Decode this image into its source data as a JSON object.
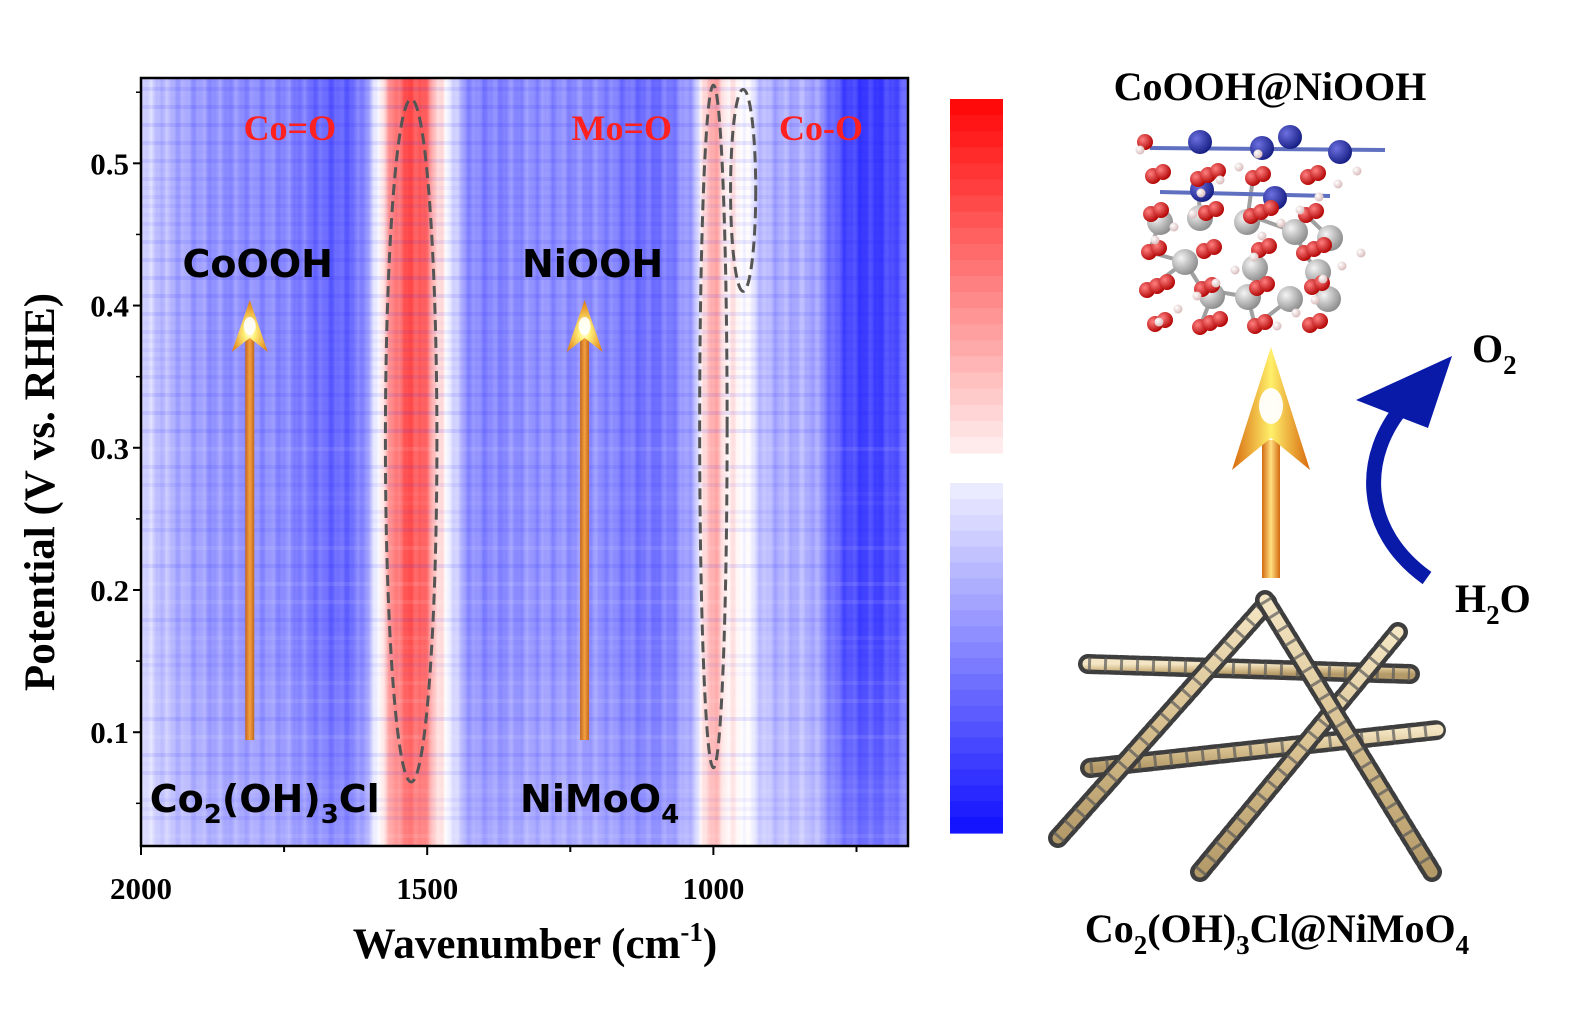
{
  "chart_data": {
    "type": "heatmap",
    "xlabel_main": "Wavenumber (cm",
    "xlabel_sup": "-1",
    "xlabel_end": ")",
    "ylabel": "Potential (V vs. RHE)",
    "xlim": [
      2000,
      660
    ],
    "ylim": [
      0.02,
      0.56
    ],
    "x_ticks": [
      {
        "value": 2000,
        "label": "2000"
      },
      {
        "value": 1500,
        "label": "1500"
      },
      {
        "value": 1000,
        "label": "1000"
      }
    ],
    "x_minor_ticks": [
      1750,
      1250,
      750
    ],
    "y_ticks": [
      {
        "value": 0.1,
        "label": "0.1"
      },
      {
        "value": 0.2,
        "label": "0.2"
      },
      {
        "value": 0.3,
        "label": "0.3"
      },
      {
        "value": 0.4,
        "label": "0.4"
      },
      {
        "value": 0.5,
        "label": "0.5"
      }
    ],
    "bands": [
      {
        "center": 1800,
        "width": 120,
        "intensity": -0.55
      },
      {
        "center": 1650,
        "width": 70,
        "intensity": -0.8
      },
      {
        "center": 1530,
        "width": 55,
        "intensity": 0.95
      },
      {
        "center": 1470,
        "width": 18,
        "intensity": 0.0
      },
      {
        "center": 1400,
        "width": 70,
        "intensity": -0.6
      },
      {
        "center": 1250,
        "width": 80,
        "intensity": -0.55
      },
      {
        "center": 1120,
        "width": 60,
        "intensity": -0.7
      },
      {
        "center": 1000,
        "width": 14,
        "intensity": 0.45
      },
      {
        "center": 960,
        "width": 30,
        "intensity": 0.1
      },
      {
        "center": 880,
        "width": 50,
        "intensity": -0.4
      },
      {
        "center": 730,
        "width": 60,
        "intensity": -0.95
      }
    ],
    "peak_labels": [
      {
        "text": "Co=O",
        "x": 1740,
        "y": 0.525
      },
      {
        "text": "Mo=O",
        "x": 1160,
        "y": 0.525
      },
      {
        "text": "Co-O",
        "x": 812,
        "y": 0.525
      }
    ],
    "highlight_regions": [
      {
        "x_center": 1528,
        "x_halfwidth": 45,
        "y_bottom": 0.065,
        "y_top": 0.545
      },
      {
        "x_center": 1000,
        "x_halfwidth": 24,
        "y_bottom": 0.075,
        "y_top": 0.555
      },
      {
        "x_center": 948,
        "x_halfwidth": 22,
        "y_bottom": 0.41,
        "y_top": 0.552
      }
    ],
    "transitions": [
      {
        "from": "Co",
        "from_sub1": "2",
        "from_mid": "(OH)",
        "from_sub2": "3",
        "from_end": "Cl",
        "to": "CoOOH",
        "x": 1810
      },
      {
        "from": "NiMoO",
        "from_sub1": "4",
        "to": "NiOOH",
        "x": 1225
      }
    ],
    "colorbar": {
      "min": -1,
      "max": 1,
      "levels": 22
    }
  },
  "scheme": {
    "product_label": "CoOOH@NiOOH",
    "precursor_label": {
      "a": "Co",
      "sub1": "2",
      "b": "(OH)",
      "sub2": "3",
      "c": "Cl@NiMoO",
      "sub3": "4"
    },
    "o2_label": {
      "a": "O",
      "sub": "2"
    },
    "h2o_label": {
      "a": "H",
      "sub": "2",
      "b": "O"
    }
  },
  "colors": {
    "red": "#ff0000",
    "blue": "#0000ff",
    "label_red": "#ff2020",
    "arrow_dark_blue": "#0a1aa8"
  }
}
